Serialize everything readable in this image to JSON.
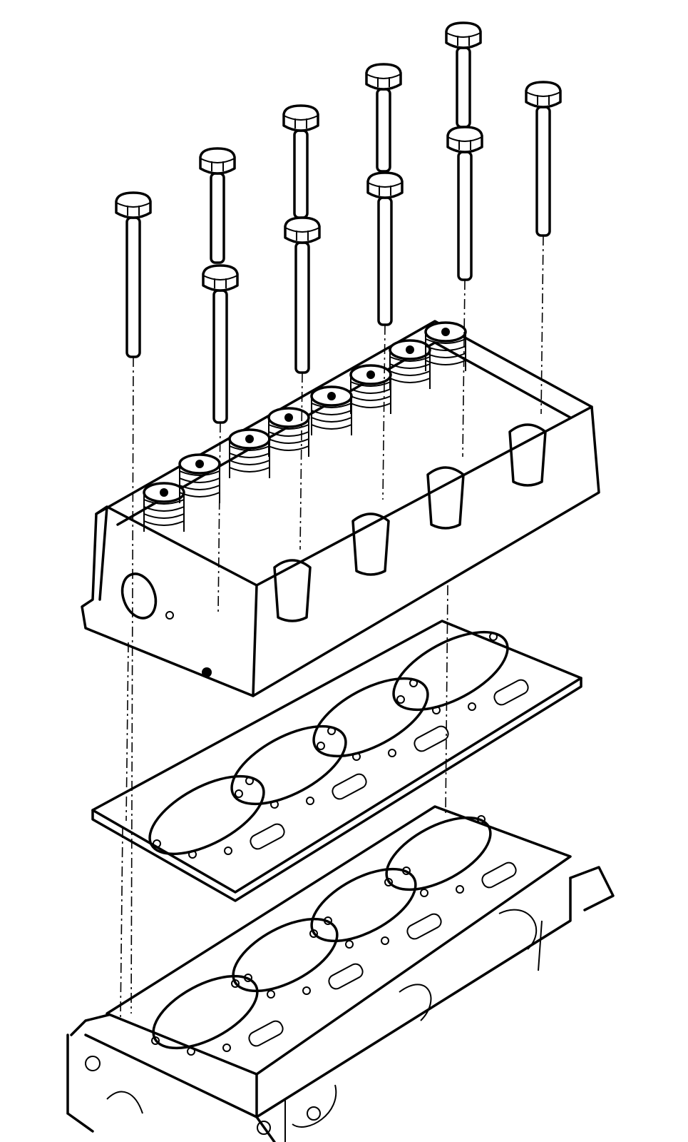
{
  "colors": {
    "line": "#000000",
    "background": "#ffffff"
  },
  "diagram": {
    "parts": [
      "head-bolts",
      "cylinder-head",
      "head-gasket",
      "gasket-on-block",
      "engine-block"
    ],
    "bolt_count": 10,
    "cylinder_count": 4
  }
}
